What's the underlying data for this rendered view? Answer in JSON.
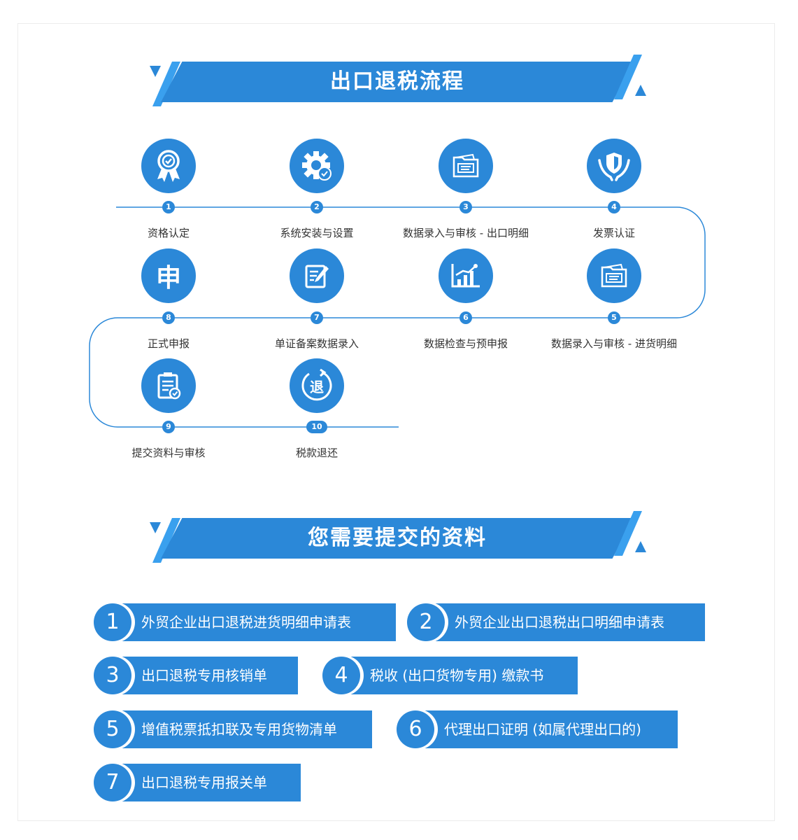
{
  "process": {
    "title": "出口退税流程",
    "steps": [
      {
        "num": "1",
        "label": "资格认定",
        "icon": "award-ribbon-icon"
      },
      {
        "num": "2",
        "label": "系统安装与设置",
        "icon": "gear-check-icon"
      },
      {
        "num": "3",
        "label": "数据录入与审核 - 出口明细",
        "icon": "folder-card-icon"
      },
      {
        "num": "4",
        "label": "发票认证",
        "icon": "hands-shield-icon"
      },
      {
        "num": "5",
        "label": "数据录入与审核 - 进货明细",
        "icon": "folder-card-icon"
      },
      {
        "num": "6",
        "label": "数据检查与预申报",
        "icon": "bar-chart-icon"
      },
      {
        "num": "7",
        "label": "单证备案数据录入",
        "icon": "edit-document-icon"
      },
      {
        "num": "8",
        "label": "正式申报",
        "icon": "shen-char-icon",
        "glyph": "申"
      },
      {
        "num": "9",
        "label": "提交资料与审核",
        "icon": "checklist-icon"
      },
      {
        "num": "10",
        "label": "税款退还",
        "icon": "refund-icon",
        "glyph": "退"
      }
    ]
  },
  "materials": {
    "title": "您需要提交的资料",
    "items": [
      {
        "num": "1",
        "text": "外贸企业出口退税进货明细申请表"
      },
      {
        "num": "2",
        "text": "外贸企业出口退税出口明细申请表"
      },
      {
        "num": "3",
        "text": "出口退税专用核销单"
      },
      {
        "num": "4",
        "text": "税收 (出口货物专用) 缴款书"
      },
      {
        "num": "5",
        "text": "增值税票抵扣联及专用货物清单"
      },
      {
        "num": "6",
        "text": "代理出口证明 (如属代理出口的)"
      },
      {
        "num": "7",
        "text": "出口退税专用报关单"
      }
    ]
  },
  "colors": {
    "primary": "#2b88d8",
    "accent": "#3aa0ee",
    "text": "#333333"
  }
}
